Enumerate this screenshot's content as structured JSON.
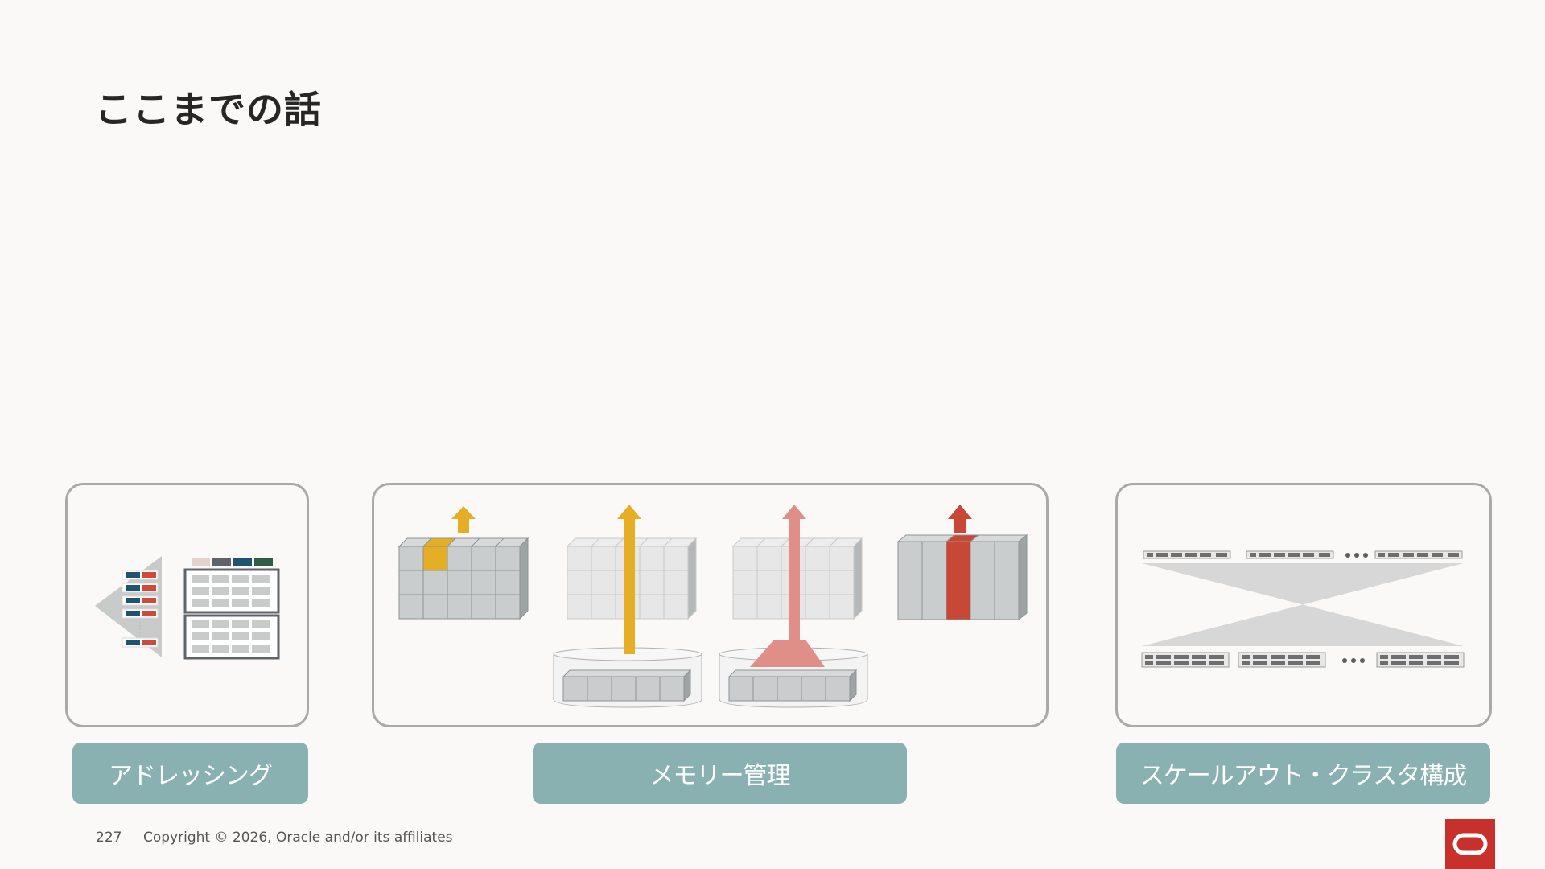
{
  "slide": {
    "title": "ここまでの話"
  },
  "panels": [
    {
      "label": "アドレッシング"
    },
    {
      "label": "メモリー管理"
    },
    {
      "label": "スケールアウト・クラスタ構成"
    }
  ],
  "footer": {
    "page_number": "227",
    "copyright": "Copyright © 2026, Oracle and/or its affiliates"
  },
  "colors": {
    "accent_teal": "#8AB1B1",
    "oracle_red": "#C7302B",
    "highlight_yellow": "#E5AE25",
    "highlight_pink": "#E08F88",
    "highlight_red": "#C84838"
  }
}
